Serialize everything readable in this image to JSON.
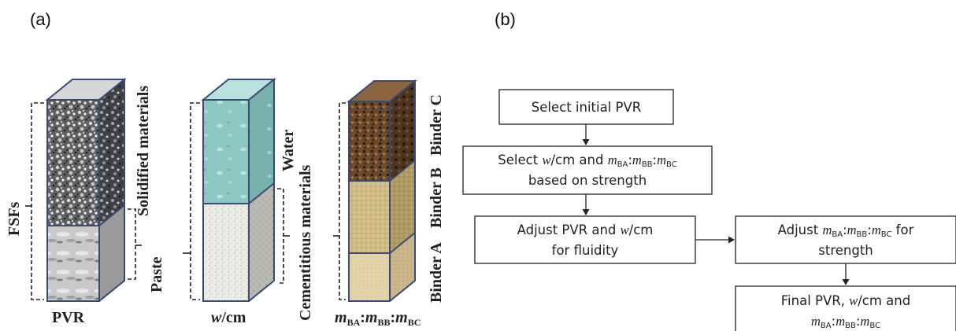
{
  "panels": {
    "a": "(a)",
    "b": "(b)"
  },
  "columns": {
    "pvr": {
      "bottom_label": "PVR",
      "fsfs_label": "FSFs",
      "solidified_label": "Solidified materials"
    },
    "wcm": {
      "bottom_label": "w/cm",
      "paste_label": "Paste",
      "water_label": "Water",
      "cementitious_label": "Cementitious materials"
    },
    "binder": {
      "bottom_label": "m_BA:m_BB:m_BC",
      "binder_c": "Binder C",
      "binder_b": "Binder B",
      "binder_a": "Binder A"
    }
  },
  "flowchart": {
    "box1": "Select initial PVR",
    "box2_line1": "Select w/cm and m_BA:m_BB:m_BC",
    "box2_line2": "based on strength",
    "box3_line1": "Adjust PVR and w/cm",
    "box3_line2": "for fluidity",
    "box4_line1": "Adjust m_BA:m_BB:m_BC for",
    "box4_line2": "strength",
    "box5_line1": "Final PVR, w/cm and",
    "box5_line2": "m_BA:m_BB:m_BC"
  },
  "colors": {
    "edge": "#3a4a78",
    "water": "#8cc7c2",
    "binder_c": "#6b4a2c",
    "binder_b": "#d7c28e",
    "binder_a": "#e4d2a9"
  }
}
